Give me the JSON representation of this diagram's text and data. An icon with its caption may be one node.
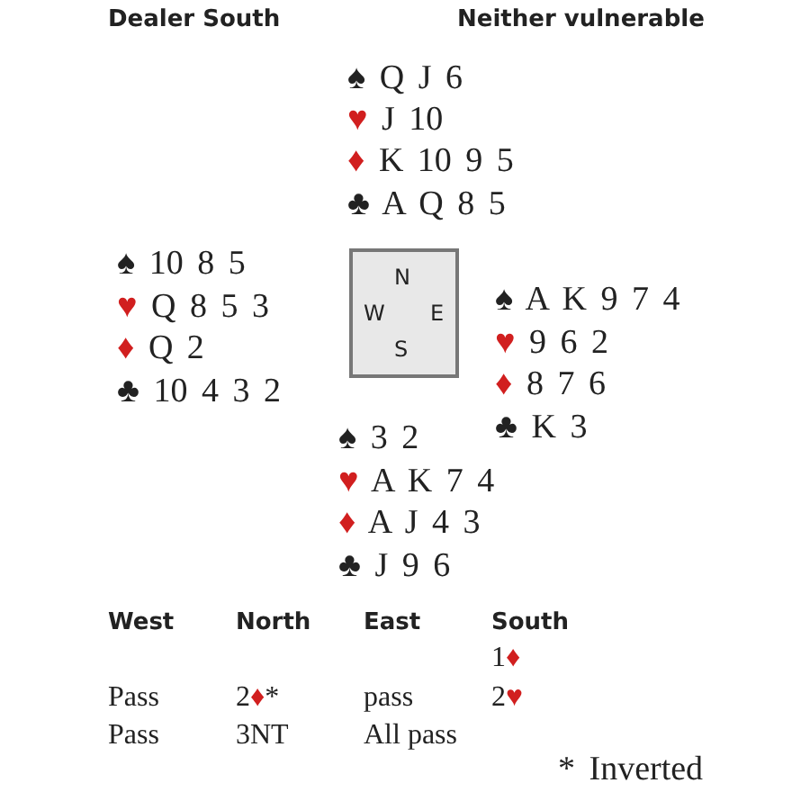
{
  "diagram": {
    "nodes": [
      {
        "text": [
          "N",
          "W",
          "E",
          "S"
        ]
      }
    ],
    "edges": [],
    "labels": [
      "Dealer South",
      "Neither vulnerable",
      "♠ Q J 6",
      "♥ J 10",
      "♦ K 10 9 5",
      "♣ A Q 8 5",
      "♠ 10 8 5",
      "♥ Q 8 5 3",
      "♦ Q 2",
      "♣ 10 4 3 2",
      "♠ A K 9 7 4",
      "♥ 9 6 2",
      "♦ 8 7 6",
      "♣ K 3",
      "♠ 3 2",
      "♥ A K 7 4",
      "♦ A J 4 3",
      "♣ J 9 6",
      "West",
      "North",
      "East",
      "South",
      "1♦",
      "Pass",
      "2♦*",
      "pass",
      "2♥",
      "Pass",
      "3NT",
      "All pass",
      "* Inverted"
    ]
  }
}
